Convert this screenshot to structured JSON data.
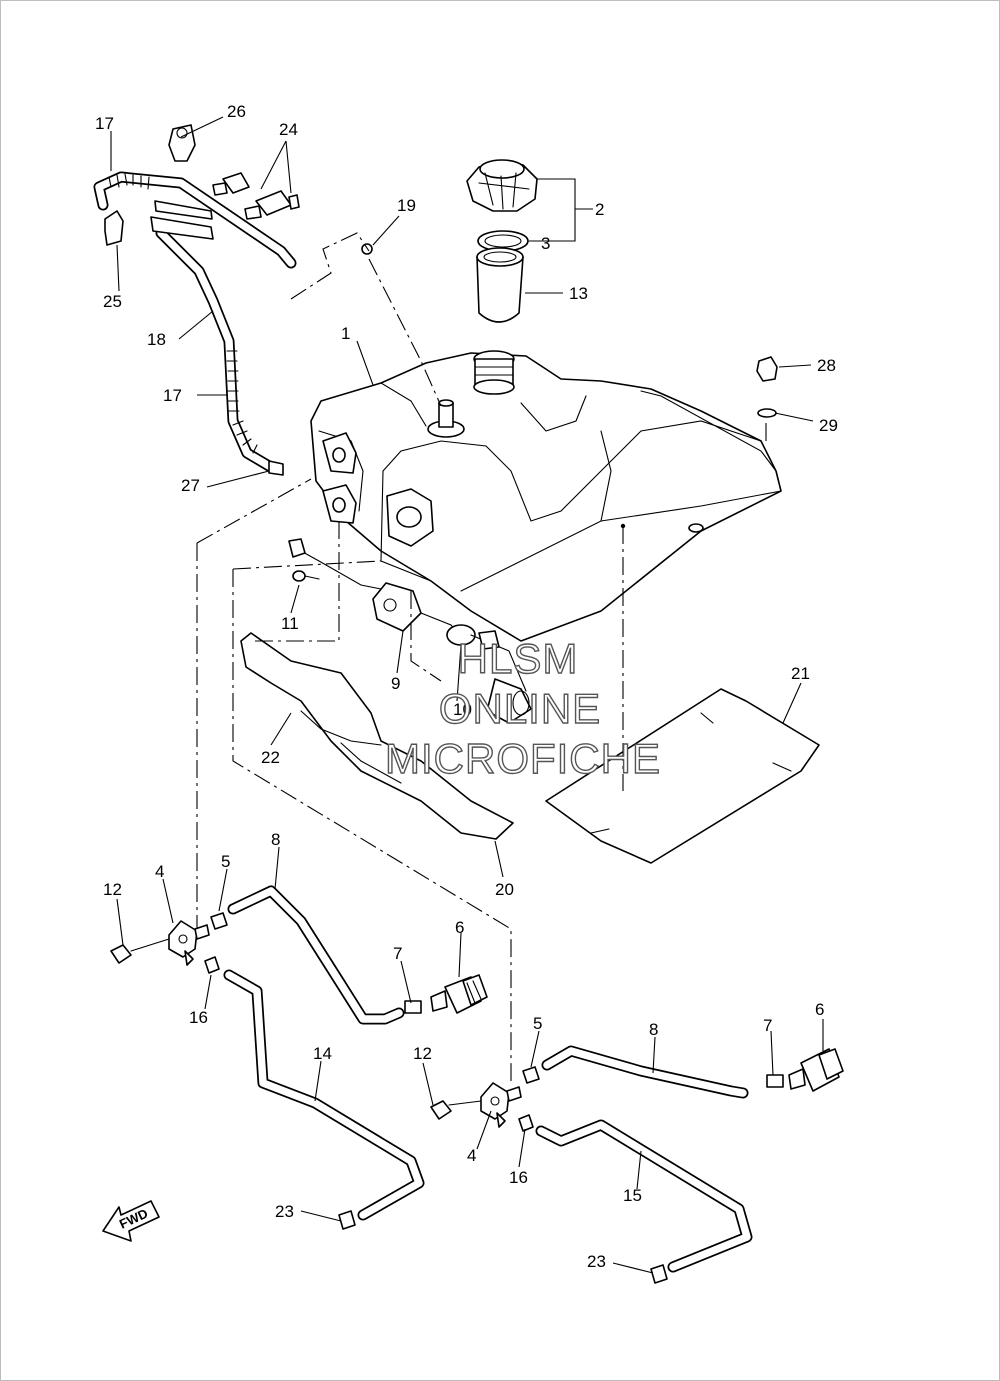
{
  "labels": {
    "p1": "1",
    "p2": "2",
    "p3": "3",
    "p4a": "4",
    "p4b": "4",
    "p5a": "5",
    "p5b": "5",
    "p6a": "6",
    "p6b": "6",
    "p7a": "7",
    "p7b": "7",
    "p8a": "8",
    "p8b": "8",
    "p9": "9",
    "p10": "10",
    "p11": "11",
    "p12a": "12",
    "p12b": "12",
    "p13": "13",
    "p14": "14",
    "p15": "15",
    "p16a": "16",
    "p16b": "16",
    "p17a": "17",
    "p17b": "17",
    "p18": "18",
    "p19": "19",
    "p20": "20",
    "p21": "21",
    "p22": "22",
    "p23a": "23",
    "p23b": "23",
    "p24": "24",
    "p25": "25",
    "p26": "26",
    "p27": "27",
    "p28": "28",
    "p29": "29"
  },
  "watermark": {
    "line1": "HLSM",
    "line2": "ONLINE",
    "line3": "MICROFICHE"
  },
  "fwd_label": "FWD"
}
